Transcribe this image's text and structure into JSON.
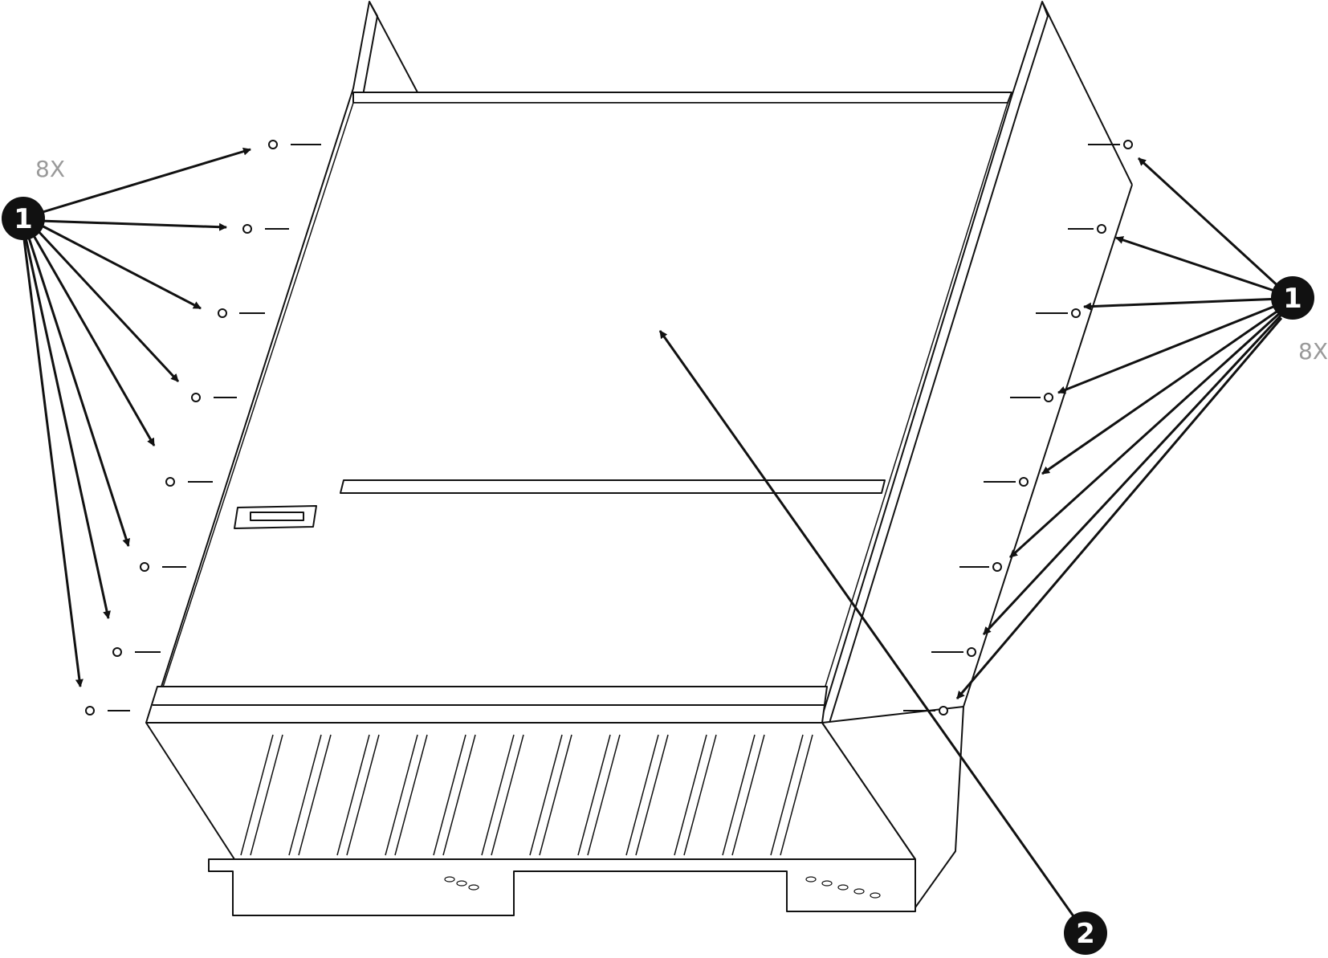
{
  "colors": {
    "line": "#111111",
    "callout_fill": "#111111",
    "callout_text": "#ffffff",
    "quantity_text": "#9a9a9a"
  },
  "callouts": {
    "left_part": "1",
    "right_part": "1",
    "panel_part": "2"
  },
  "quantities": {
    "left": "8X",
    "right": "8X"
  }
}
